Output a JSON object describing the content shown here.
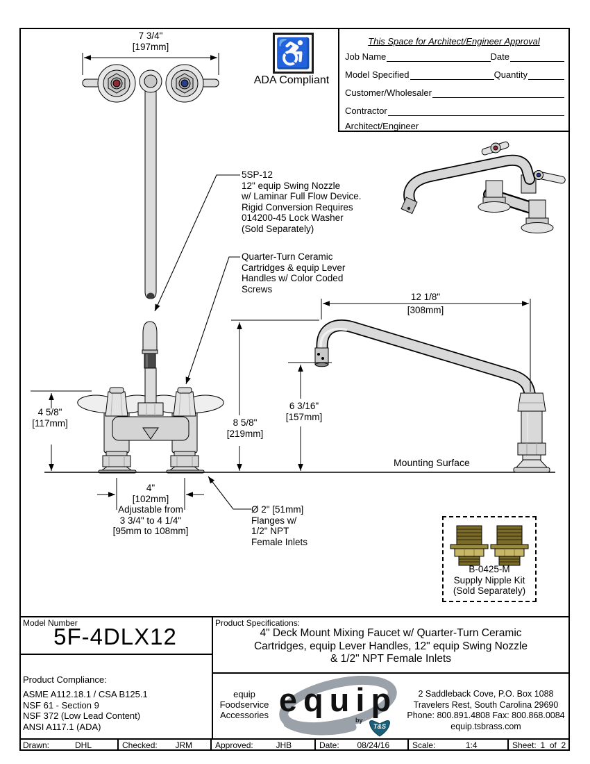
{
  "ada": {
    "label": "ADA Compliant"
  },
  "approval": {
    "title": "This Space for Architect/Engineer Approval",
    "job_name": "Job Name",
    "date": "Date",
    "model_specified": "Model Specified",
    "quantity": "Quantity",
    "customer": "Customer/Wholesaler",
    "contractor": "Contractor",
    "architect": "Architect/Engineer"
  },
  "callouts": {
    "nozzle": [
      "5SP-12",
      "12\" equip Swing Nozzle",
      "w/ Laminar Full Flow Device.",
      "Rigid Conversion Requires",
      "014200-45 Lock Washer",
      "(Sold Separately)"
    ],
    "cartridge": [
      "Quarter-Turn Ceramic",
      "Cartridges & equip Lever",
      "Handles w/ Color Coded",
      "Screws"
    ],
    "flange": [
      "Ø 2\" [51mm]",
      "Flanges w/",
      "1/2\" NPT",
      "Female Inlets"
    ],
    "mounting_surface": "Mounting Surface"
  },
  "dimensions": {
    "spread_top": {
      "in": "7 3/4\"",
      "mm": "[197mm]"
    },
    "handle_height": {
      "in": "4 5/8\"",
      "mm": "[117mm]"
    },
    "total_height": {
      "in": "8 5/8\"",
      "mm": "[219mm]"
    },
    "spout_height": {
      "in": "6 3/16\"",
      "mm": "[157mm]"
    },
    "spout_reach": {
      "in": "12 1/8\"",
      "mm": "[308mm]"
    },
    "centers": {
      "in": "4\"",
      "mm": "[102mm]",
      "note1": "Adjustable from",
      "note2": "3 3/4\" to 4 1/4\"",
      "note3": "[95mm to 108mm]"
    }
  },
  "supply_kit": {
    "model": "B-0425-M",
    "name": "Supply Nipple Kit",
    "note": "(Sold Separately)"
  },
  "title_block": {
    "model_number_label": "Model Number",
    "model_number": "5F-4DLX12",
    "compliance_label": "Product Compliance:",
    "compliance": [
      "ASME A112.18.1 / CSA B125.1",
      "NSF 61 - Section 9",
      "NSF 372 (Low Lead Content)",
      "ANSI A117.1 (ADA)"
    ],
    "specs_label": "Product Specifications:",
    "specs": [
      "4\" Deck Mount Mixing Faucet w/ Quarter-Turn Ceramic",
      "Cartridges, equip Lever Handles, 12\" equip Swing Nozzle",
      "& 1/2\" NPT Female Inlets"
    ],
    "brand": {
      "tagline": [
        "equip",
        "Foodservice",
        "Accessories"
      ],
      "logo": "equip",
      "by": "by",
      "ts": "T&S"
    },
    "address": [
      "2 Saddleback Cove, P.O. Box 1088",
      "Travelers Rest, South Carolina 29690",
      "Phone: 800.891.4808  Fax: 800.868.0084",
      "equip.tsbrass.com"
    ],
    "footer": {
      "drawn_label": "Drawn:",
      "drawn": "DHL",
      "checked_label": "Checked:",
      "checked": "JRM",
      "approved_label": "Approved:",
      "approved": "JHB",
      "date_label": "Date:",
      "date": "08/24/16",
      "scale_label": "Scale:",
      "scale": "1:4",
      "sheet_label": "Sheet:",
      "sheet": "1  of  2"
    }
  },
  "colors": {
    "hot_red": "#8b2a35",
    "cold_blue": "#2a3f8b",
    "brass_dark": "#7a6b28",
    "brass_light": "#c9b768",
    "logo_gray": "#9aa1a8",
    "ts_teal": "#19607a"
  }
}
